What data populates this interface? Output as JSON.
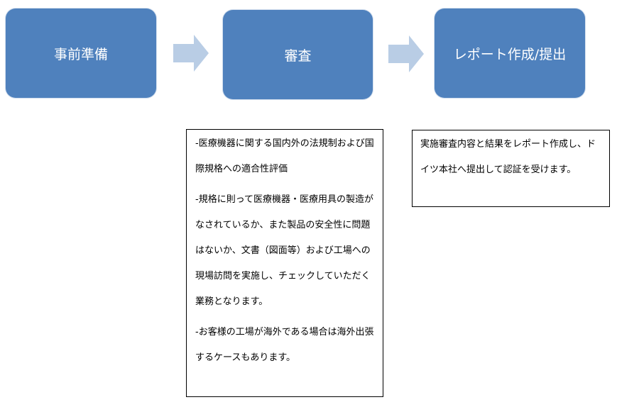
{
  "stages": [
    {
      "label": "事前準備"
    },
    {
      "label": "審査"
    },
    {
      "label": "レポート作成/提出"
    }
  ],
  "review_details": {
    "paragraphs": [
      "-医療機器に関する国内外の法規制および国際規格への適合性評価",
      "-規格に則って医療機器・医療用具の製造がなされているか、また製品の安全性に問題はないか、文書（図面等）および工場への現場訪問を実施し、チェックしていただく業務となります。",
      "-お客様の工場が海外である場合は海外出張するケースもあります。"
    ]
  },
  "report_details": {
    "text": "実施審査内容と結果をレポート作成し、ドイツ本社へ提出して認証を受けます。"
  },
  "colors": {
    "stage_fill": "#4f81bd",
    "arrow_fill": "#b9cde5",
    "stage_text": "#ffffff"
  }
}
